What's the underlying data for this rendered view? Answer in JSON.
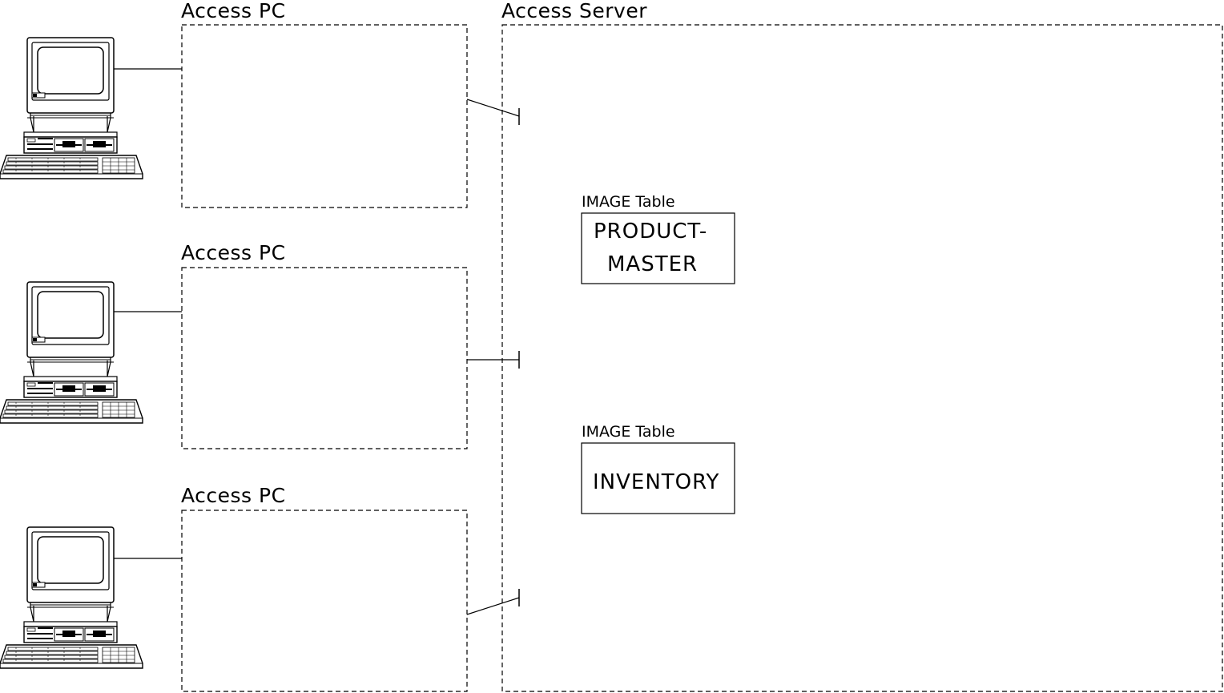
{
  "pc_labels": [
    "Access PC",
    "Access PC",
    "Access PC"
  ],
  "server": {
    "label": "Access Server",
    "tables": [
      {
        "caption": "IMAGE Table",
        "name_lines": [
          "PRODUCT-",
          "MASTER"
        ]
      },
      {
        "caption": "IMAGE Table",
        "name_lines": [
          "INVENTORY"
        ]
      }
    ]
  },
  "icons": {
    "pc": "desktop-computer-icon"
  },
  "colors": {
    "line": "#000000",
    "background": "#ffffff"
  }
}
